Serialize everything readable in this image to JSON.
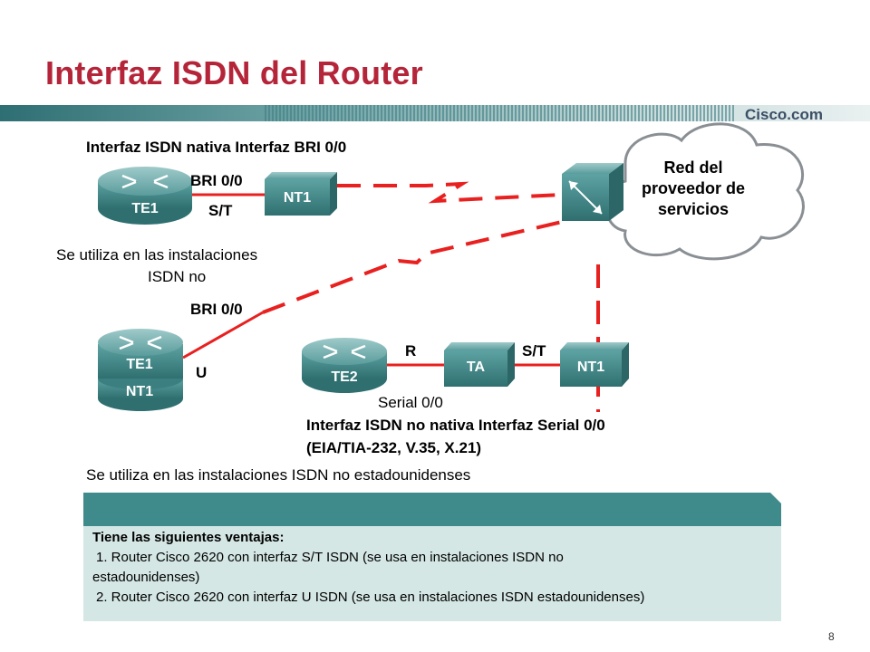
{
  "slide": {
    "title": "Interfaz ISDN del Router",
    "logo": "Cisco.com",
    "page_number": "8"
  },
  "diagram": {
    "top_caption": "Interfaz ISDN nativa  Interfaz BRI 0/0",
    "top_bri_label": "BRI 0/0",
    "top_st_label": "S/T",
    "top_router": "TE1",
    "top_nt1": "NT1",
    "cloud_label": [
      "Red del",
      "proveedor de",
      "servicios"
    ],
    "note_line1": "Se utiliza en las instalaciones",
    "note_line2": "ISDN no",
    "mid_bri_label": "BRI 0/0",
    "u_label": "U",
    "stack_te1": "TE1",
    "stack_nt1": "NT1",
    "te2_router": "TE2",
    "r_label": "R",
    "ta_box": "TA",
    "st_label_bottom": "S/T",
    "nt1_bottom": "NT1",
    "serial_label": "Serial  0/0",
    "bottom_caption1": "Interfaz ISDN no nativa  Interfaz Serial 0/0",
    "bottom_caption2": "(EIA/TIA-232, V.35, X.21)",
    "bottom_note": "Se utiliza en las instalaciones ISDN no estadounidenses"
  },
  "panel": {
    "heading": "Tiene las siguientes ventajas:",
    "item1_line1": "1.  Router Cisco 2620 con interfaz S/T ISDN (se usa en instalaciones ISDN no",
    "item1_line2": "estadounidenses)",
    "item2": "2.  Router Cisco 2620 con interfaz U ISDN (se usa en instalaciones ISDN estadounidenses)"
  },
  "colors": {
    "title": "#b5253a",
    "link_red": "#e8201f",
    "device_teal": "#3e8585",
    "panel_header": "#3f8a8b",
    "panel_body": "#d4e7e4"
  }
}
